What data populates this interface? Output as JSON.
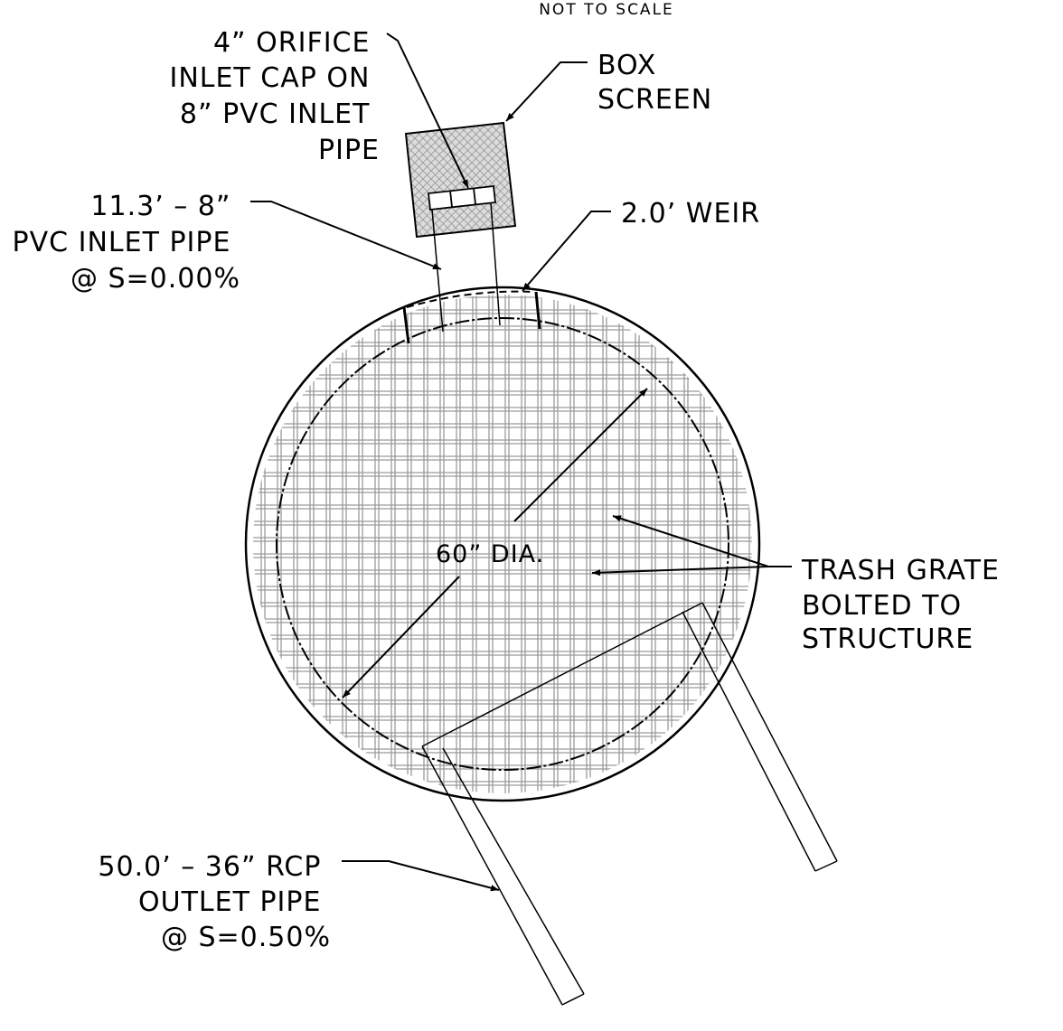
{
  "header": {
    "scale_note": "NOT TO SCALE"
  },
  "labels": {
    "orifice": [
      "4” ORIFICE",
      "INLET CAP ON",
      "8” PVC INLET",
      "PIPE"
    ],
    "box_screen": [
      "BOX",
      "SCREEN"
    ],
    "inlet_pipe": [
      "11.3’ – 8”",
      "PVC INLET PIPE",
      "@ S=0.00%"
    ],
    "weir": [
      "2.0’ WEIR"
    ],
    "diameter": [
      "60” DIA."
    ],
    "trash_grate": [
      "TRASH GRATE",
      "BOLTED TO",
      "STRUCTURE"
    ],
    "outlet_pipe": [
      "50.0’ – 36” RCP",
      "OUTLET PIPE",
      "@ S=0.50%"
    ]
  },
  "colors": {
    "line": "#000000",
    "grate": "#9a9a9a",
    "screen_fill": "#d8d8d8"
  }
}
